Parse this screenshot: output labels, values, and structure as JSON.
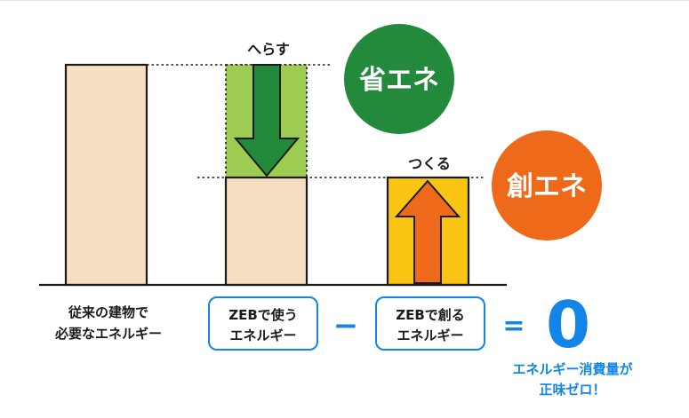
{
  "labels": {
    "reduce": "へらす",
    "create": "つくる",
    "energy_saving": "省エネ",
    "energy_creation": "創エネ",
    "conventional_line1": "従来の建物で",
    "conventional_line2": "必要なエネルギー",
    "zeb_use_line1": "ZEBで使う",
    "zeb_use_line2": "エネルギー",
    "minus_sign": "−",
    "zeb_create_line1": "ZEBで創る",
    "zeb_create_line2": "エネルギー",
    "equals_sign": "=",
    "zero": "0",
    "result_line1": "エネルギー消費量が",
    "result_line2": "正味ゼロ！"
  },
  "colors": {
    "bar_beige": "#f6dfc0",
    "saving_green_fill": "#9ccc51",
    "saving_arrow": "#238a3c",
    "saving_circle": "#238a3c",
    "creation_yellow": "#f9c512",
    "creation_arrow": "#ee6a1a",
    "creation_circle": "#ee6a1a",
    "accent_blue": "#1285e6",
    "outline": "#1a1a1a"
  }
}
